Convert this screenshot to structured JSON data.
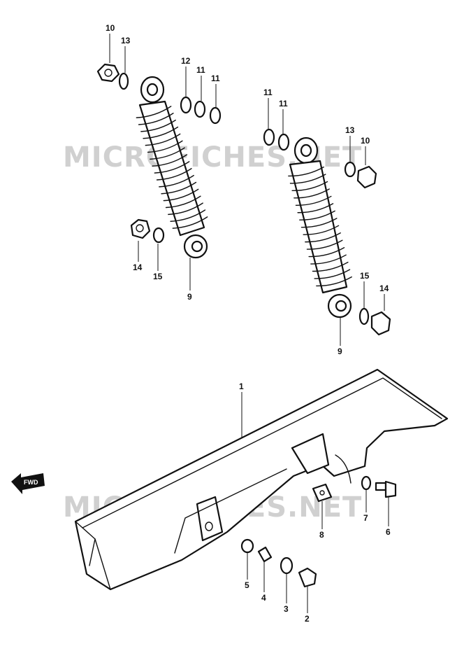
{
  "watermark": "MICROFICHES.NET",
  "forward_marker": "FWD",
  "callouts": {
    "c10a": "10",
    "c13a": "13",
    "c12": "12",
    "c11a": "11",
    "c11b": "11",
    "c11c": "11",
    "c11d": "11",
    "c13b": "13",
    "c10b": "10",
    "c14a": "14",
    "c15a": "15",
    "c9a": "9",
    "c15b": "15",
    "c14b": "14",
    "c9b": "9",
    "c1": "1",
    "c7": "7",
    "c6": "6",
    "c8": "8",
    "c5": "5",
    "c4": "4",
    "c3": "3",
    "c2": "2"
  }
}
